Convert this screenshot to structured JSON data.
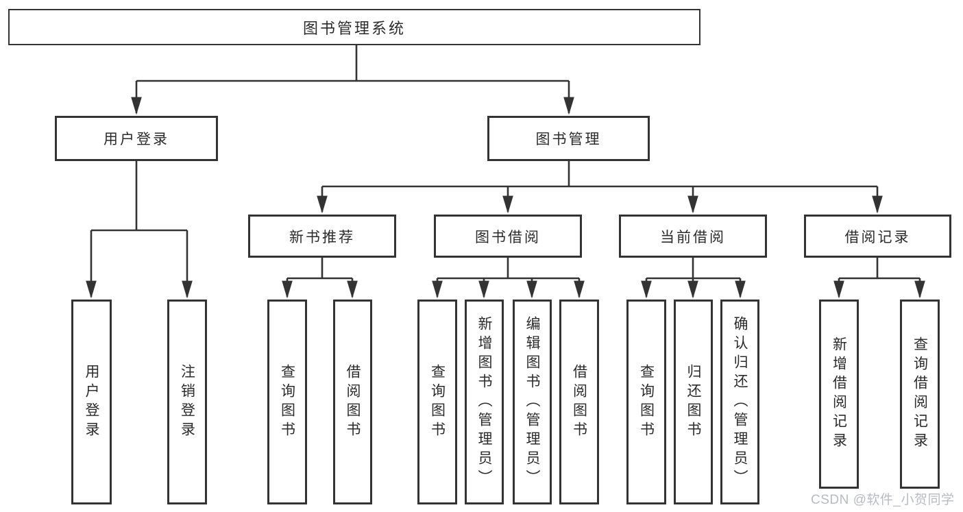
{
  "diagram": {
    "root": {
      "label": "图书管理系统"
    },
    "level2": [
      {
        "label": "用户登录",
        "parent": "图书管理系统"
      },
      {
        "label": "图书管理",
        "parent": "图书管理系统"
      }
    ],
    "level3": [
      {
        "label": "新书推荐",
        "parent": "图书管理"
      },
      {
        "label": "图书借阅",
        "parent": "图书管理"
      },
      {
        "label": "当前借阅",
        "parent": "图书管理"
      },
      {
        "label": "借阅记录",
        "parent": "图书管理"
      }
    ],
    "leaves": [
      {
        "label": "用户登录",
        "parent": "用户登录"
      },
      {
        "label": "注销登录",
        "parent": "用户登录"
      },
      {
        "label": "查询图书",
        "parent": "新书推荐"
      },
      {
        "label": "借阅图书",
        "parent": "新书推荐"
      },
      {
        "label": "查询图书",
        "parent": "图书借阅"
      },
      {
        "label": "新增图书（管理员）",
        "parent": "图书借阅"
      },
      {
        "label": "编辑图书（管理员）",
        "parent": "图书借阅"
      },
      {
        "label": "借阅图书",
        "parent": "图书借阅"
      },
      {
        "label": "查询图书",
        "parent": "当前借阅"
      },
      {
        "label": "归还图书",
        "parent": "当前借阅"
      },
      {
        "label": "确认归还（管理员）",
        "parent": "当前借阅"
      },
      {
        "label": "新增借阅记录",
        "parent": "借阅记录"
      },
      {
        "label": "查询借阅记录",
        "parent": "借阅记录"
      }
    ]
  },
  "watermark": {
    "text": "CSDN @软件_小贺同学"
  },
  "colors": {
    "line": "#333333",
    "border": "#333333",
    "text": "#2b2b2b",
    "background": "#ffffff",
    "watermark": "#b7bbc1"
  }
}
